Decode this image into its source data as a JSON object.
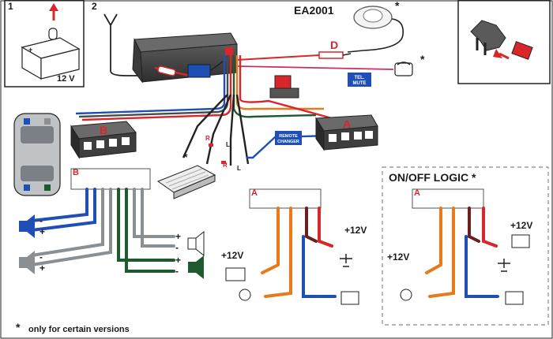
{
  "step_numbers": {
    "step1": "1",
    "step2": "2"
  },
  "battery": {
    "voltage": "12 V"
  },
  "ea_device": {
    "code": "EA2001",
    "asterisk": "*"
  },
  "connector_d": {
    "letter": "D"
  },
  "telephone": {
    "asterisk": "*"
  },
  "tel_mute_label": {
    "line1": "TEL.",
    "line2": "MUTE"
  },
  "remote_label": {
    "line1": "REMOTE",
    "line2": "CHANGER"
  },
  "connector_a": {
    "letter": "A"
  },
  "connector_b": {
    "letter": "B"
  },
  "fader": {
    "asterisk": "*"
  },
  "resistor_tags": {
    "l1": "R",
    "l2": "L",
    "l3": "R",
    "l4": "L"
  },
  "speaker_signs": {
    "left_top_minus": "-",
    "left_top_plus": "+",
    "left_bot_minus": "-",
    "left_bot_plus": "+",
    "right_top_plus": "+",
    "right_top_minus": "-",
    "right_bot_plus": "+",
    "right_bot_minus": "-"
  },
  "pinout_b": {
    "letter": "B"
  },
  "pinout_a_mid": {
    "letter": "A",
    "plus12_left": "+12V",
    "plus12_right": "+12V"
  },
  "logic_panel": {
    "title": "ON/OFF LOGIC *",
    "letter": "A",
    "plus12_top": "+12V",
    "plus12_left": "+12V"
  },
  "footnote": {
    "asterisk": "*",
    "text": "only for certain  versions"
  },
  "colors": {
    "wire_blue": "#1f4fb4",
    "wire_red": "#d8262a",
    "wire_orange": "#e87a1a",
    "wire_brown": "#6b1f1f",
    "wire_green": "#1e5a2e",
    "wire_grey": "#8a8f93",
    "connector_dark": "#4a4a4a"
  }
}
